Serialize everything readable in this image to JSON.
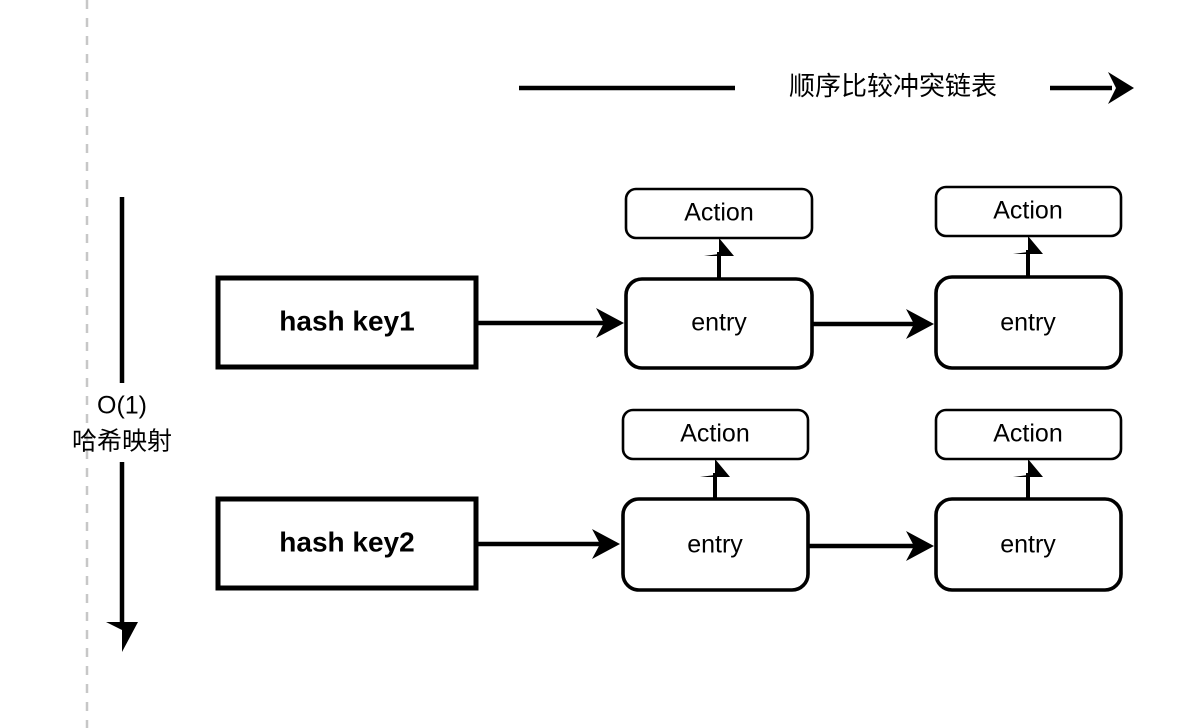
{
  "diagram": {
    "title_arrow": {
      "label": "顺序比较冲突链表",
      "direction": "right"
    },
    "side_axis": {
      "label_line1": "O(1)",
      "label_line2": "哈希映射",
      "direction": "down"
    },
    "guide_line": {
      "style": "dashed",
      "color": "#c7c7c7"
    },
    "colors": {
      "stroke": "#000000",
      "fill": "#ffffff",
      "guide": "#c7c7c7"
    },
    "buckets": [
      {
        "key_label": "hash key1",
        "chain": [
          {
            "entry_label": "entry",
            "action_label": "Action"
          },
          {
            "entry_label": "entry",
            "action_label": "Action"
          }
        ]
      },
      {
        "key_label": "hash key2",
        "chain": [
          {
            "entry_label": "entry",
            "action_label": "Action"
          },
          {
            "entry_label": "entry",
            "action_label": "Action"
          }
        ]
      }
    ]
  }
}
